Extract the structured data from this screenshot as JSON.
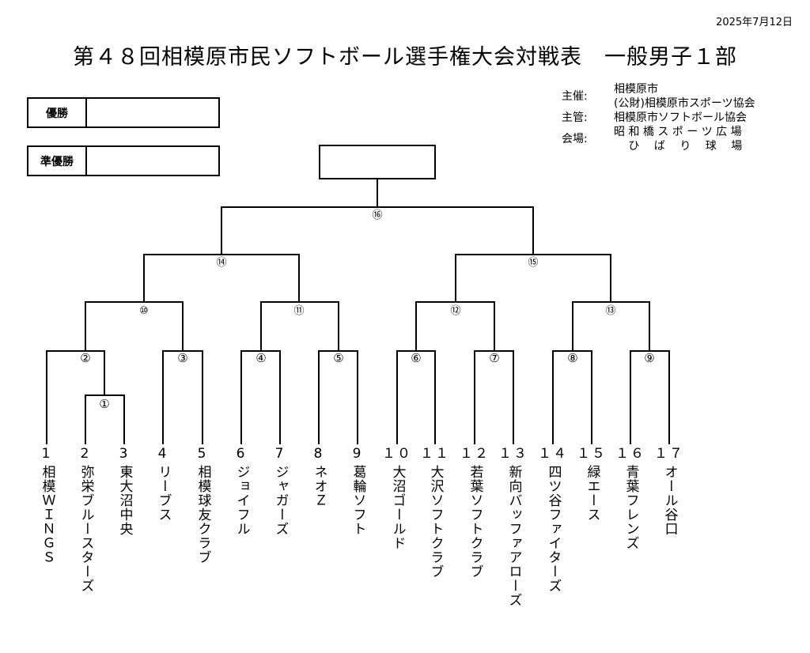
{
  "date": "2025年7月12日",
  "title": "第４８回相模原市民ソフトボール選手権大会対戦表　一般男子１部",
  "result_labels": {
    "champion": "優勝",
    "runner_up": "準優勝"
  },
  "organizers": {
    "host_label": "主催:",
    "host_lines": [
      "相模原市",
      "(公財)相模原市スポーツ協会"
    ],
    "manager_label": "主管:",
    "manager": "相模原市ソフトボール協会",
    "venue_label": "会場:",
    "venue_lines": [
      "昭 和 橋 ス ポ ー ツ 広 場",
      "　 ひ 　ば 　り 　球 　場"
    ]
  },
  "match_numbers": [
    "①",
    "②",
    "③",
    "④",
    "⑤",
    "⑥",
    "⑦",
    "⑧",
    "⑨",
    "⑩",
    "⑪",
    "⑫",
    "⑬",
    "⑭",
    "⑮",
    "⑯"
  ],
  "teams": [
    {
      "num": "1",
      "name": "相模ＷＩＮＧＳ"
    },
    {
      "num": "2",
      "name": "弥栄ブルースターズ"
    },
    {
      "num": "3",
      "name": "東大沼中央"
    },
    {
      "num": "4",
      "name": "リーブス"
    },
    {
      "num": "5",
      "name": "相模球友クラブ"
    },
    {
      "num": "6",
      "name": "ジョイフル"
    },
    {
      "num": "7",
      "name": "ジャガーズ"
    },
    {
      "num": "8",
      "name": "ネオＺ"
    },
    {
      "num": "9",
      "name": "葛輪ソフト"
    },
    {
      "num": "１０",
      "name": "大沼ゴールド"
    },
    {
      "num": "１１",
      "name": "大沢ソフトクラブ"
    },
    {
      "num": "１２",
      "name": "若葉ソフトクラブ"
    },
    {
      "num": "１３",
      "name": "新向バッファアローズ"
    },
    {
      "num": "１４",
      "name": "四ツ谷ファイターズ"
    },
    {
      "num": "１５",
      "name": "緑エース"
    },
    {
      "num": "１６",
      "name": "青葉フレンズ"
    },
    {
      "num": "１７",
      "name": "オール谷口"
    }
  ]
}
